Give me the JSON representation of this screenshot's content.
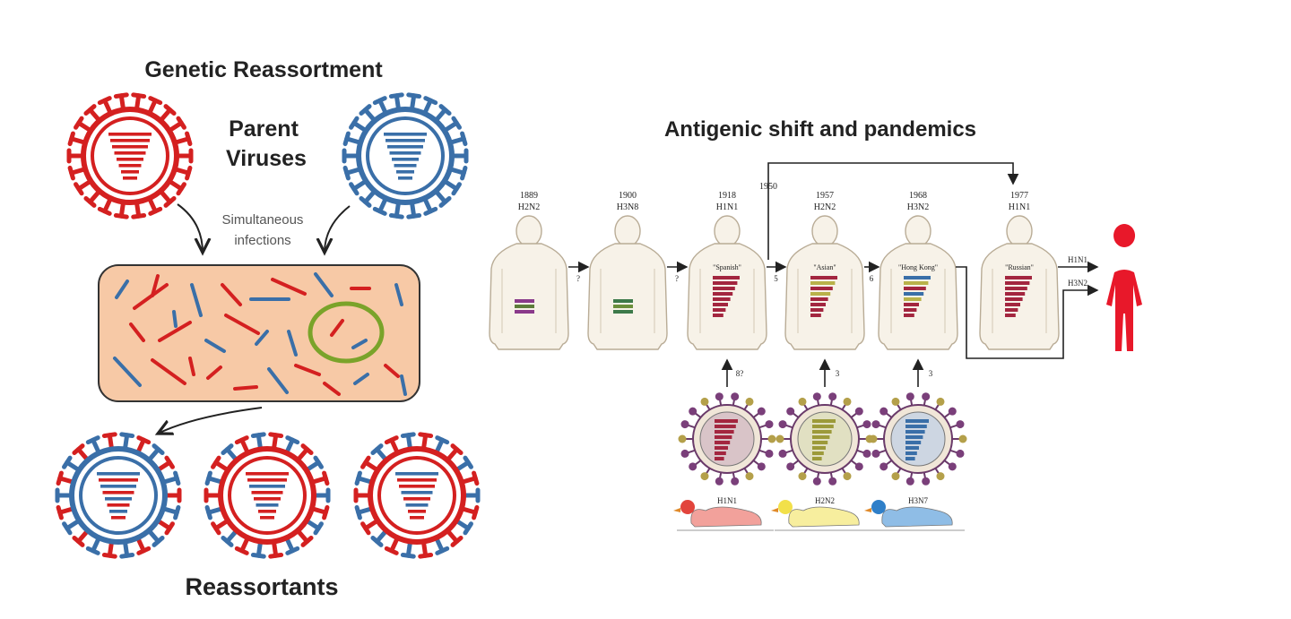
{
  "left": {
    "title": "Genetic Reassortment",
    "parent_label_line1": "Parent",
    "parent_label_line2": "Viruses",
    "infection_line1": "Simultaneous",
    "infection_line2": "infections",
    "bottom_label": "Reassortants"
  },
  "right": {
    "title": "Antigenic shift and pandemics",
    "bracket_year": "1950",
    "figures": [
      {
        "year": "1889",
        "subtype": "H2N2",
        "label": ""
      },
      {
        "year": "1900",
        "subtype": "H3N8",
        "label": ""
      },
      {
        "year": "1918",
        "subtype": "H1N1",
        "label": "\"Spanish\""
      },
      {
        "year": "1957",
        "subtype": "H2N2",
        "label": "\"Asian\""
      },
      {
        "year": "1968",
        "subtype": "H3N2",
        "label": "\"Hong Kong\""
      },
      {
        "year": "1977",
        "subtype": "H1N1",
        "label": "\"Russian\""
      }
    ],
    "step_labels": [
      "?",
      "?",
      "5",
      "6"
    ],
    "up_labels": [
      "8?",
      "3",
      "3"
    ],
    "outputs": [
      "H1N1",
      "H3N2"
    ],
    "avian": [
      {
        "subtype": "H1N1"
      },
      {
        "subtype": "H2N2"
      },
      {
        "subtype": "H3N7"
      }
    ]
  },
  "colors": {
    "red": "#d42020",
    "blue": "#3a6fa8",
    "cell": "#f7c9a6",
    "green": "#7aa32a",
    "human_red": "#e8182a"
  }
}
